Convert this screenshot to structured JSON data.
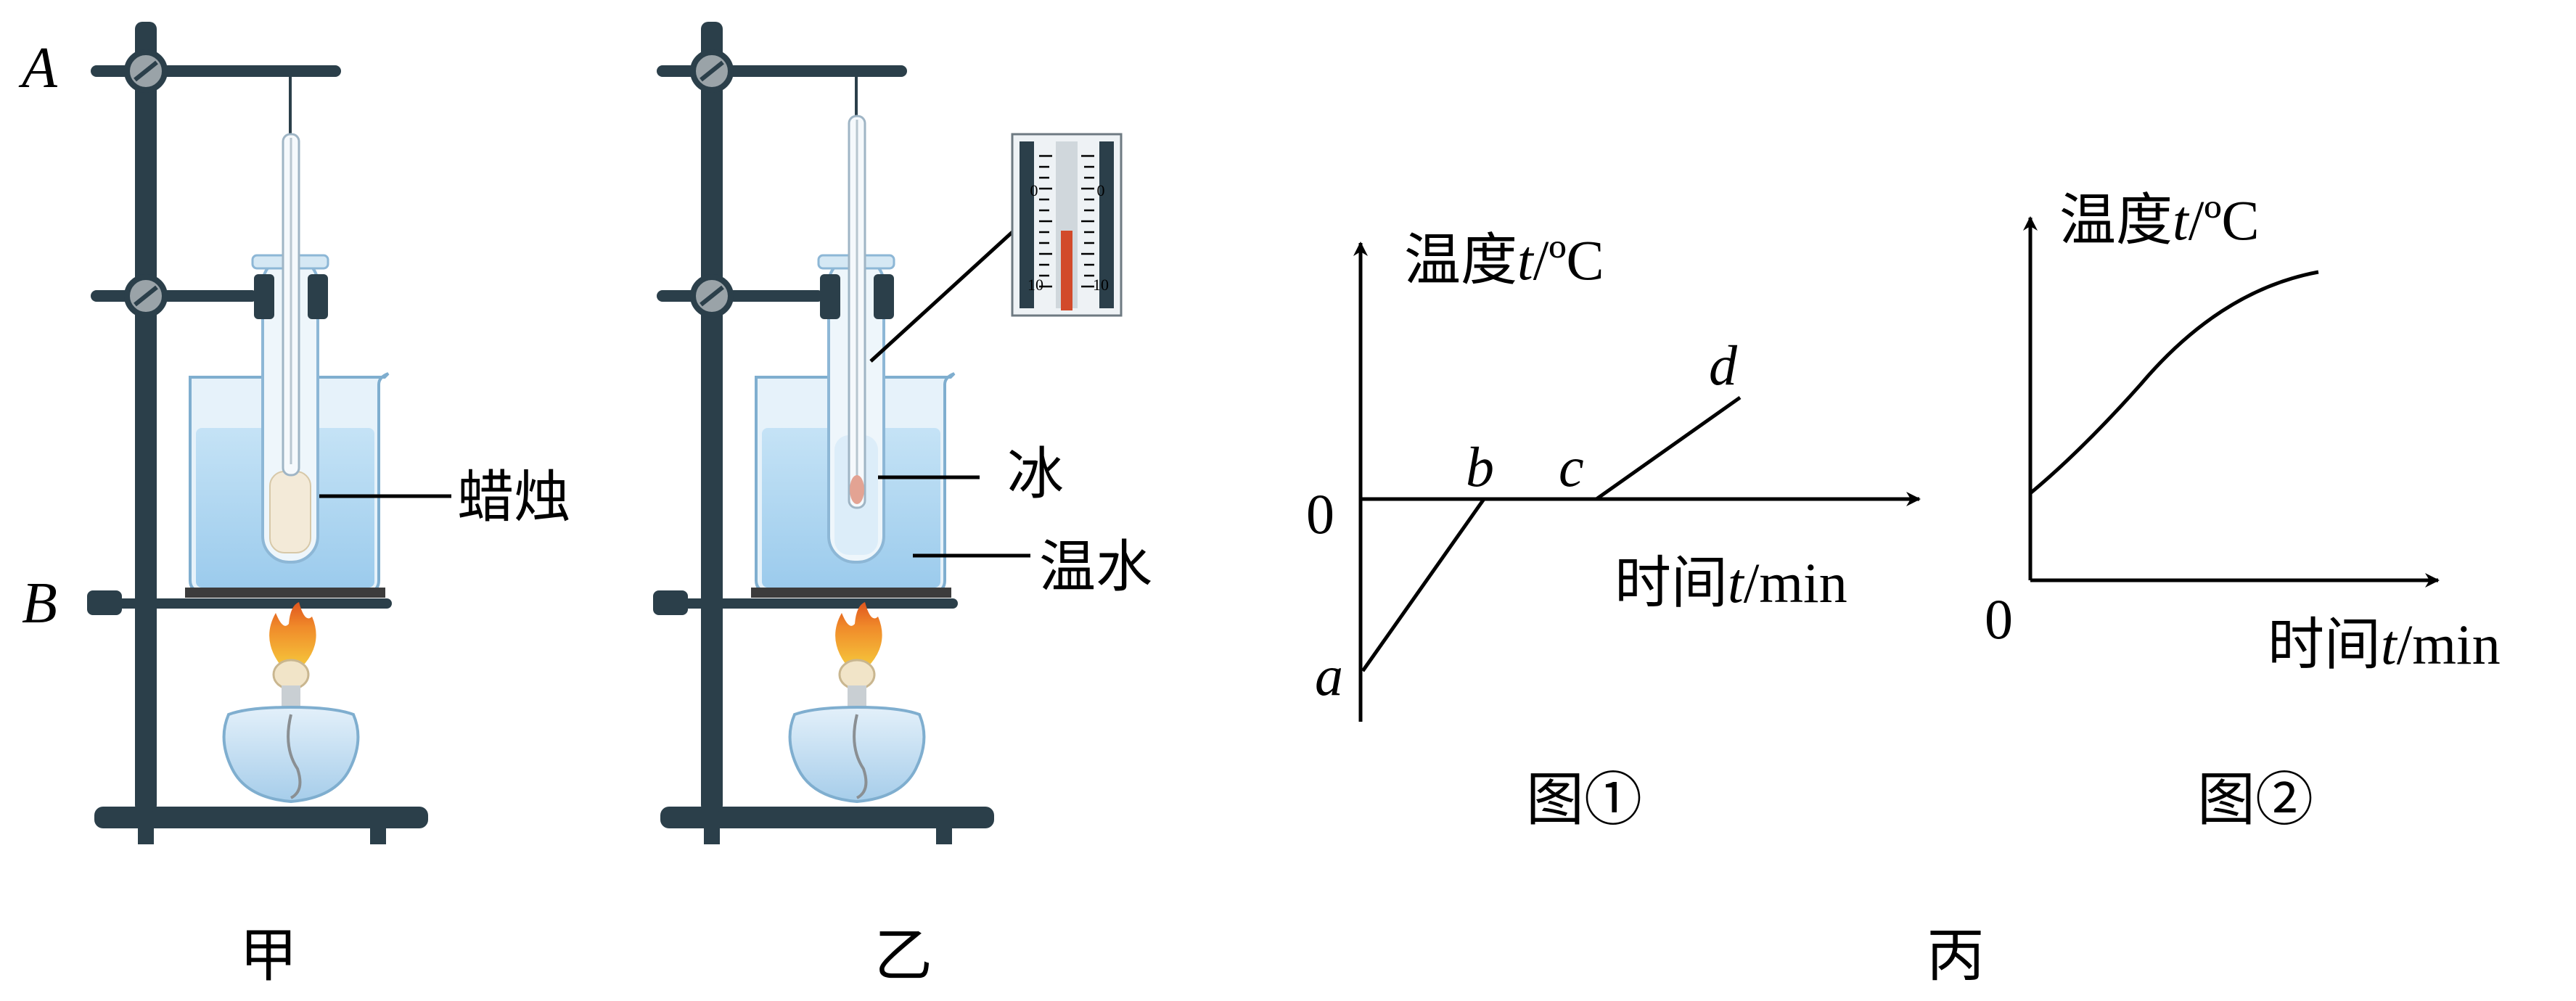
{
  "left_apparatus": {
    "label_A": "A",
    "label_B": "B",
    "label_candle": "蜡烛",
    "caption": "甲"
  },
  "middle_apparatus": {
    "label_ice": "冰",
    "label_warm_water": "温水",
    "thermometer_scale": [
      "0",
      "0",
      "10",
      "10"
    ],
    "caption": "乙"
  },
  "graph1": {
    "ylabel_prefix": "温度",
    "ylabel_var": "t",
    "ylabel_unit": "/ºC",
    "xlabel_prefix": "时间",
    "xlabel_var": "t",
    "xlabel_unit": "/min",
    "origin_label": "0",
    "point_labels": [
      "a",
      "b",
      "c",
      "d"
    ],
    "caption": "图①"
  },
  "graph2": {
    "ylabel_prefix": "温度",
    "ylabel_var": "t",
    "ylabel_unit": "/ºC",
    "xlabel_prefix": "时间",
    "xlabel_var": "t",
    "xlabel_unit": "/min",
    "origin_label": "0",
    "caption": "图②"
  },
  "group_caption": "丙",
  "colors": {
    "stand": "#2b3f4a",
    "clamp": "#9aa3a8",
    "glass": "#cfe4f1",
    "water": "#a9d3ee",
    "candle": "#f3ead8",
    "flame": "#f0a63a",
    "mercury": "#d24a2a"
  }
}
